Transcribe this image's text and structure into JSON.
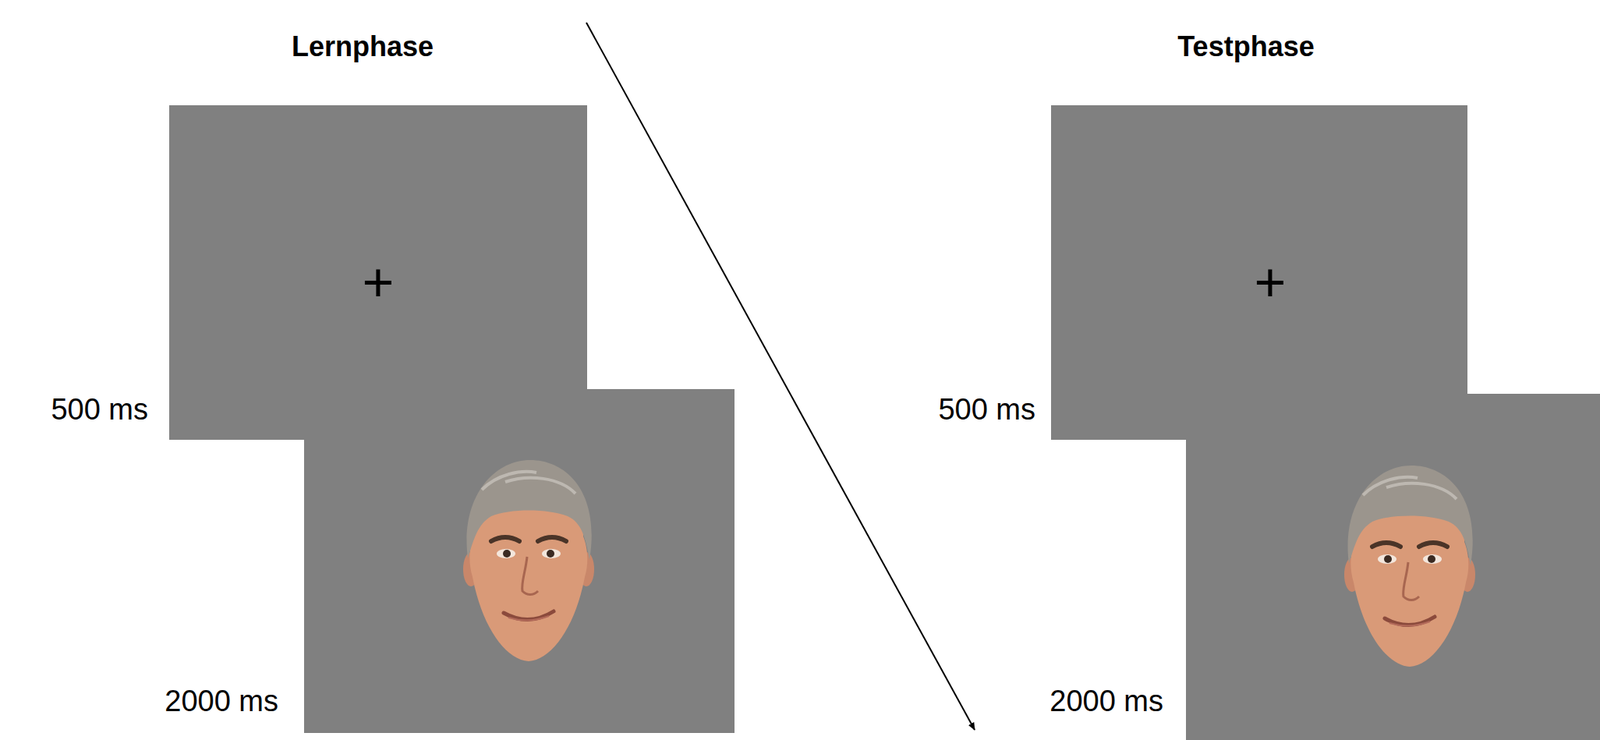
{
  "diagram": {
    "labels": [
      "Lernphase",
      "+",
      "500 ms",
      "2000 ms",
      "Testphase",
      "+",
      "500 ms",
      "2000 ms"
    ]
  }
}
